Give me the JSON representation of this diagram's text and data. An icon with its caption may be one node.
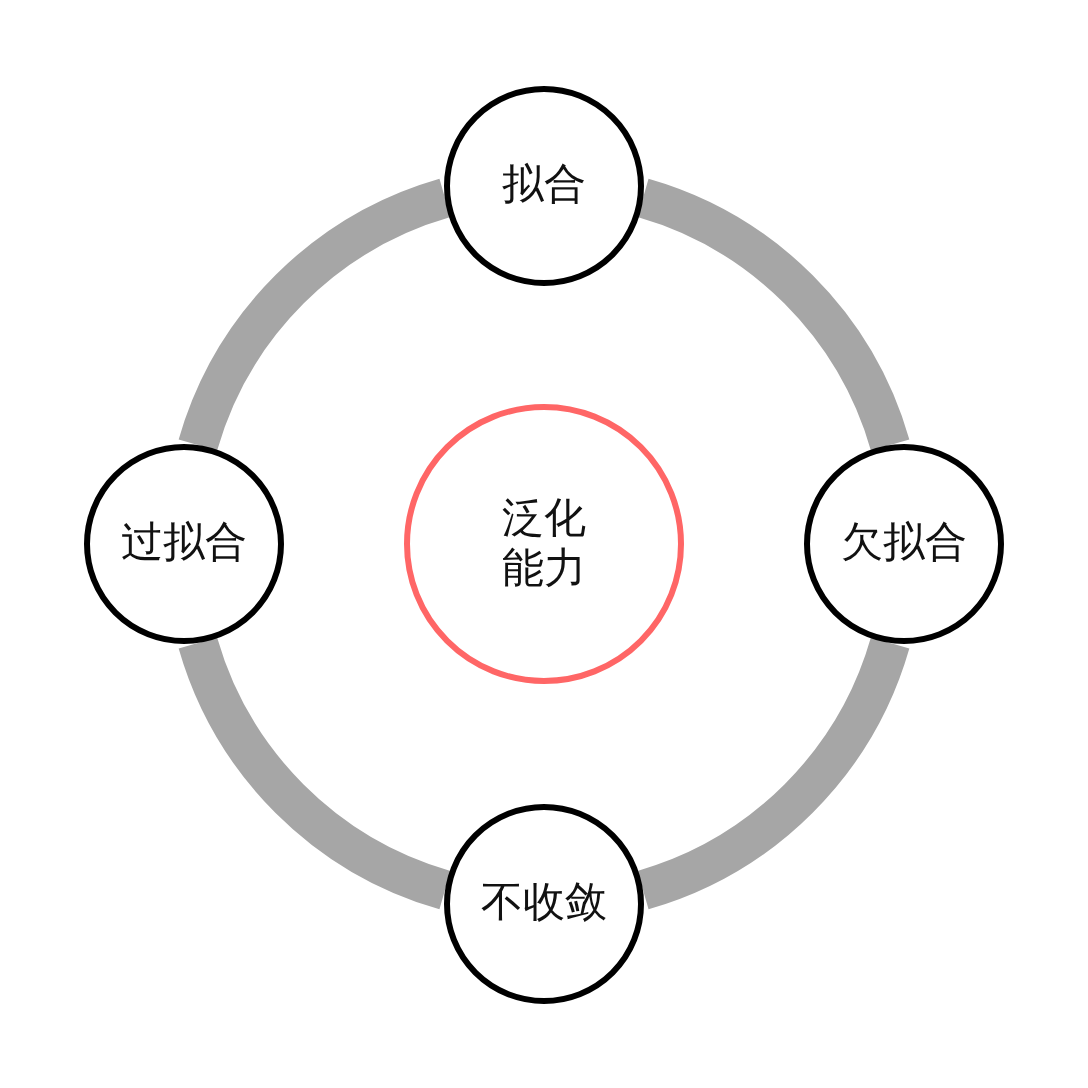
{
  "diagram": {
    "nodes": [
      {
        "text": [
          "泛化能力"
        ]
      },
      {
        "text": [
          "拟合"
        ]
      },
      {
        "text": [
          "欠拟合"
        ]
      },
      {
        "text": [
          "不收敛"
        ]
      },
      {
        "text": [
          "过拟合"
        ]
      }
    ],
    "edges": [
      {
        "from": 1,
        "to": 2,
        "arrow": "none"
      },
      {
        "from": 2,
        "to": 3,
        "arrow": "none"
      },
      {
        "from": 3,
        "to": 4,
        "arrow": "none"
      },
      {
        "from": 4,
        "to": 1,
        "arrow": "none"
      }
    ]
  }
}
